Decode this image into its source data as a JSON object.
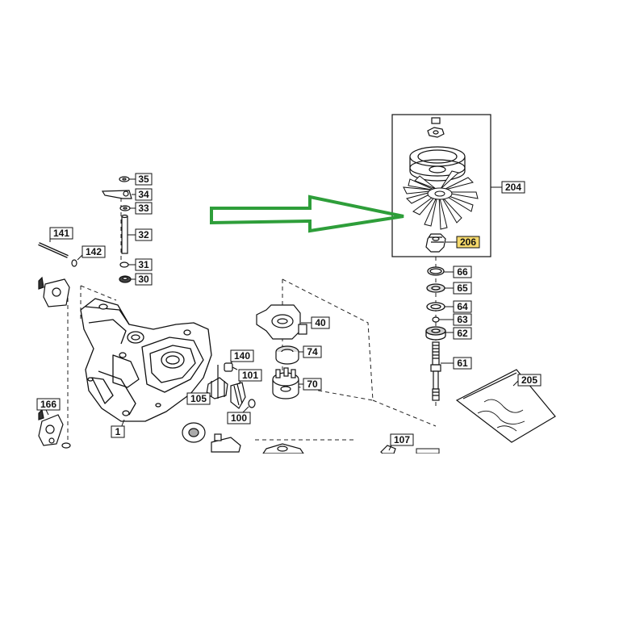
{
  "diagram": {
    "colors": {
      "line": "#111111",
      "arrow": "#2e9e3a",
      "highlight": "#f5d96b",
      "part_fill": "#ffffff",
      "shade": "#cfcfcf"
    },
    "callouts": [
      {
        "id": "35",
        "highlighted": false
      },
      {
        "id": "34",
        "highlighted": false
      },
      {
        "id": "33",
        "highlighted": false
      },
      {
        "id": "32",
        "highlighted": false
      },
      {
        "id": "31",
        "highlighted": false
      },
      {
        "id": "30",
        "highlighted": false
      },
      {
        "id": "141",
        "highlighted": false
      },
      {
        "id": "142",
        "highlighted": false
      },
      {
        "id": "40",
        "highlighted": false
      },
      {
        "id": "74",
        "highlighted": false
      },
      {
        "id": "70",
        "highlighted": false
      },
      {
        "id": "140",
        "highlighted": false
      },
      {
        "id": "101",
        "highlighted": false
      },
      {
        "id": "105",
        "highlighted": false
      },
      {
        "id": "100",
        "highlighted": false
      },
      {
        "id": "1",
        "highlighted": false
      },
      {
        "id": "166",
        "highlighted": false
      },
      {
        "id": "107",
        "highlighted": false
      },
      {
        "id": "204",
        "highlighted": false
      },
      {
        "id": "206",
        "highlighted": true
      },
      {
        "id": "66",
        "highlighted": false
      },
      {
        "id": "65",
        "highlighted": false
      },
      {
        "id": "64",
        "highlighted": false
      },
      {
        "id": "63",
        "highlighted": false
      },
      {
        "id": "62",
        "highlighted": false
      },
      {
        "id": "61",
        "highlighted": false
      },
      {
        "id": "205",
        "highlighted": false
      }
    ],
    "pointer": {
      "icon": "green-arrow",
      "target_callout": "204"
    }
  }
}
